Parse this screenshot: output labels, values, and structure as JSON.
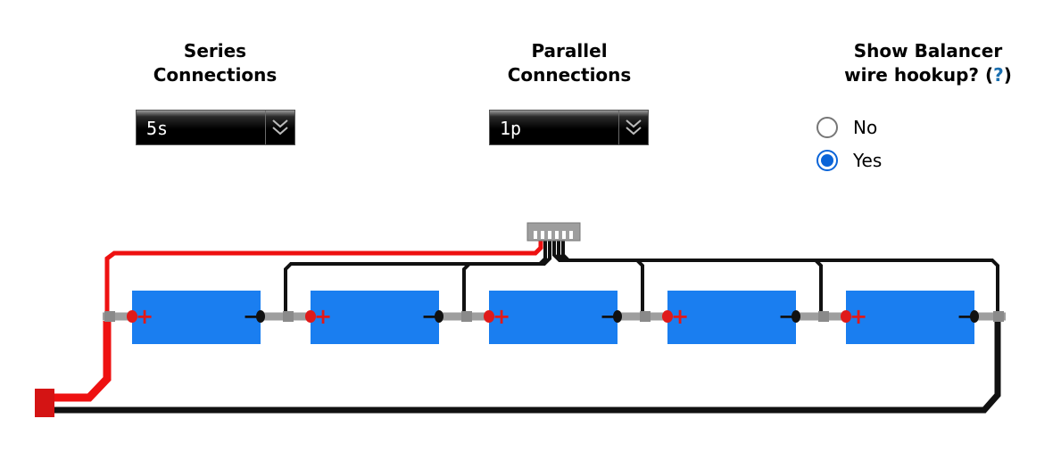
{
  "series": {
    "label_line1": "Series",
    "label_line2": "Connections",
    "selected": "5s",
    "cell_count": 5
  },
  "parallel": {
    "label_line1": "Parallel",
    "label_line2": "Connections",
    "selected": "1p"
  },
  "balancer": {
    "label_line1": "Show Balancer",
    "label_line2": "wire hookup? (",
    "help_link": "?",
    "label_close": ")",
    "options": [
      {
        "label": "No",
        "checked": false
      },
      {
        "label": "Yes",
        "checked": true
      }
    ]
  },
  "diagram": {
    "cell_plus_symbol": "+",
    "cell_minus_symbol": "−",
    "colors": {
      "cell": "#1a7ef0",
      "positive_wire": "#ee1111",
      "negative_wire": "#111111",
      "connector": "#d41414",
      "terminal_plus": "#e01a1a",
      "terminal_minus": "#111111",
      "bus_bar": "#9e9e9e"
    }
  },
  "icons": {
    "dropdown": "chevron-double-down-icon"
  }
}
